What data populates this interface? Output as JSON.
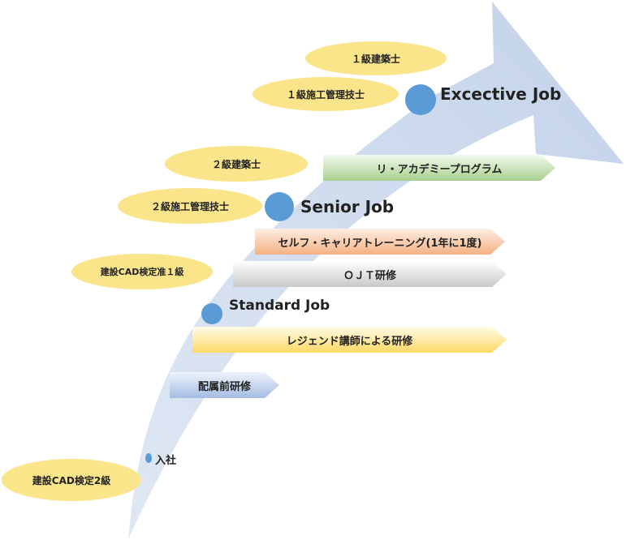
{
  "colors": {
    "arrow": "#c9d6ea",
    "oval": "#fae58a",
    "dot": "#5b9bd5"
  },
  "qualifications": [
    {
      "label": "１級建築士"
    },
    {
      "label": "１級施工管理技士"
    },
    {
      "label": "２級建築士"
    },
    {
      "label": "２級施工管理技士"
    },
    {
      "label": "建設CAD検定准１級"
    },
    {
      "label": "建設CAD検定2級"
    }
  ],
  "stages": [
    {
      "label": "Excective Job"
    },
    {
      "label": "Senior Job"
    },
    {
      "label": "Standard Job"
    },
    {
      "label": "入社"
    }
  ],
  "programs": [
    {
      "label": "リ・アカデミープログラム",
      "color": "green"
    },
    {
      "label": "セルフ・キャリアトレーニング(1年に1度)",
      "color": "orange"
    },
    {
      "label": "ＯＪＴ研修",
      "color": "gray"
    },
    {
      "label": "レジェンド講師による研修",
      "color": "yellow"
    },
    {
      "label": "配属前研修",
      "color": "blue"
    }
  ]
}
